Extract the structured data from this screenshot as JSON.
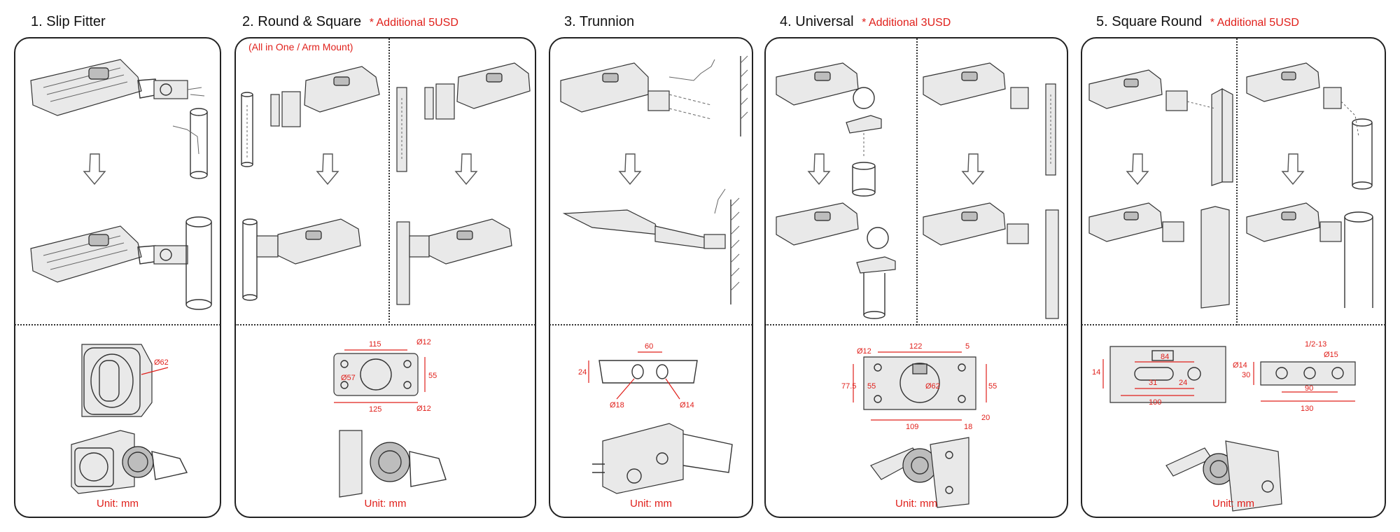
{
  "panels": [
    {
      "number": "1.",
      "title": "Slip Fitter",
      "extra": "",
      "unit": "Unit: mm"
    },
    {
      "number": "2.",
      "title": "Round & Square",
      "extra": "* Additional 5USD",
      "note": "(All in One / Arm Mount)",
      "unit": "Unit: mm"
    },
    {
      "number": "3.",
      "title": "Trunnion",
      "extra": "",
      "unit": "Unit: mm"
    },
    {
      "number": "4.",
      "title": "Universal",
      "extra": "* Additional 3USD",
      "unit": "Unit: mm"
    },
    {
      "number": "5.",
      "title": "Square Round",
      "extra": "* Additional 5USD",
      "unit": "Unit: mm"
    }
  ],
  "dimensions": {
    "p1": [
      "Ø62"
    ],
    "p2": [
      "115",
      "Ø12",
      "55",
      "Ø57",
      "125",
      "Ø12"
    ],
    "p3": [
      "60",
      "24",
      "Ø18",
      "Ø14"
    ],
    "p4": [
      "122",
      "5",
      "Ø12",
      "Ø62",
      "55",
      "77.5",
      "55",
      "109",
      "18",
      "20"
    ],
    "p5": [
      "84",
      "14",
      "31",
      "24",
      "100",
      "Ø14",
      "1/2-13",
      "Ø15",
      "30",
      "90",
      "130"
    ]
  },
  "colors": {
    "accent": "#e0201b",
    "line": "#222222"
  }
}
